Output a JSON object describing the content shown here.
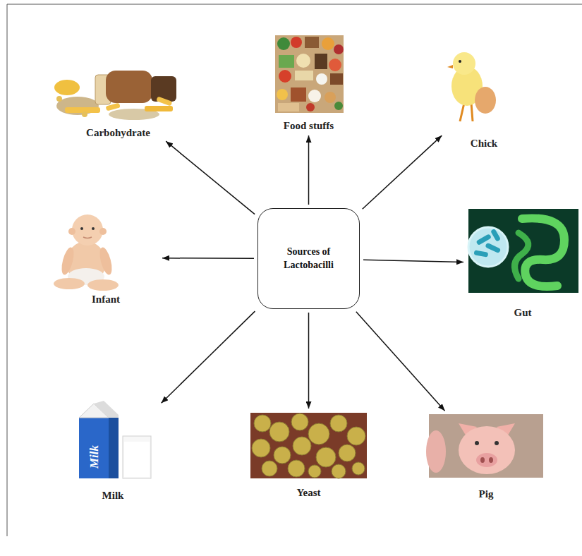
{
  "diagram": {
    "nodes": [
      {
        "text": [
          "Sources of Lactobacilli"
        ]
      },
      {
        "text": [
          "Carbohydrate"
        ]
      },
      {
        "text": [
          "Food stuffs"
        ]
      },
      {
        "text": [
          "Chick"
        ]
      },
      {
        "text": [
          "Infant"
        ]
      },
      {
        "text": [
          "Gut"
        ]
      },
      {
        "text": [
          "Milk"
        ]
      },
      {
        "text": [
          "Yeast"
        ]
      },
      {
        "text": [
          "Pig"
        ]
      }
    ],
    "edges": [
      {
        "from": 0,
        "to": 1,
        "arrow": "to"
      },
      {
        "from": 0,
        "to": 2,
        "arrow": "to"
      },
      {
        "from": 0,
        "to": 3,
        "arrow": "to"
      },
      {
        "from": 0,
        "to": 4,
        "arrow": "to"
      },
      {
        "from": 0,
        "to": 5,
        "arrow": "to"
      },
      {
        "from": 0,
        "to": 6,
        "arrow": "to"
      },
      {
        "from": 0,
        "to": 7,
        "arrow": "to"
      },
      {
        "from": 0,
        "to": 8,
        "arrow": "to"
      }
    ],
    "labels": [
      "Milk"
    ]
  }
}
